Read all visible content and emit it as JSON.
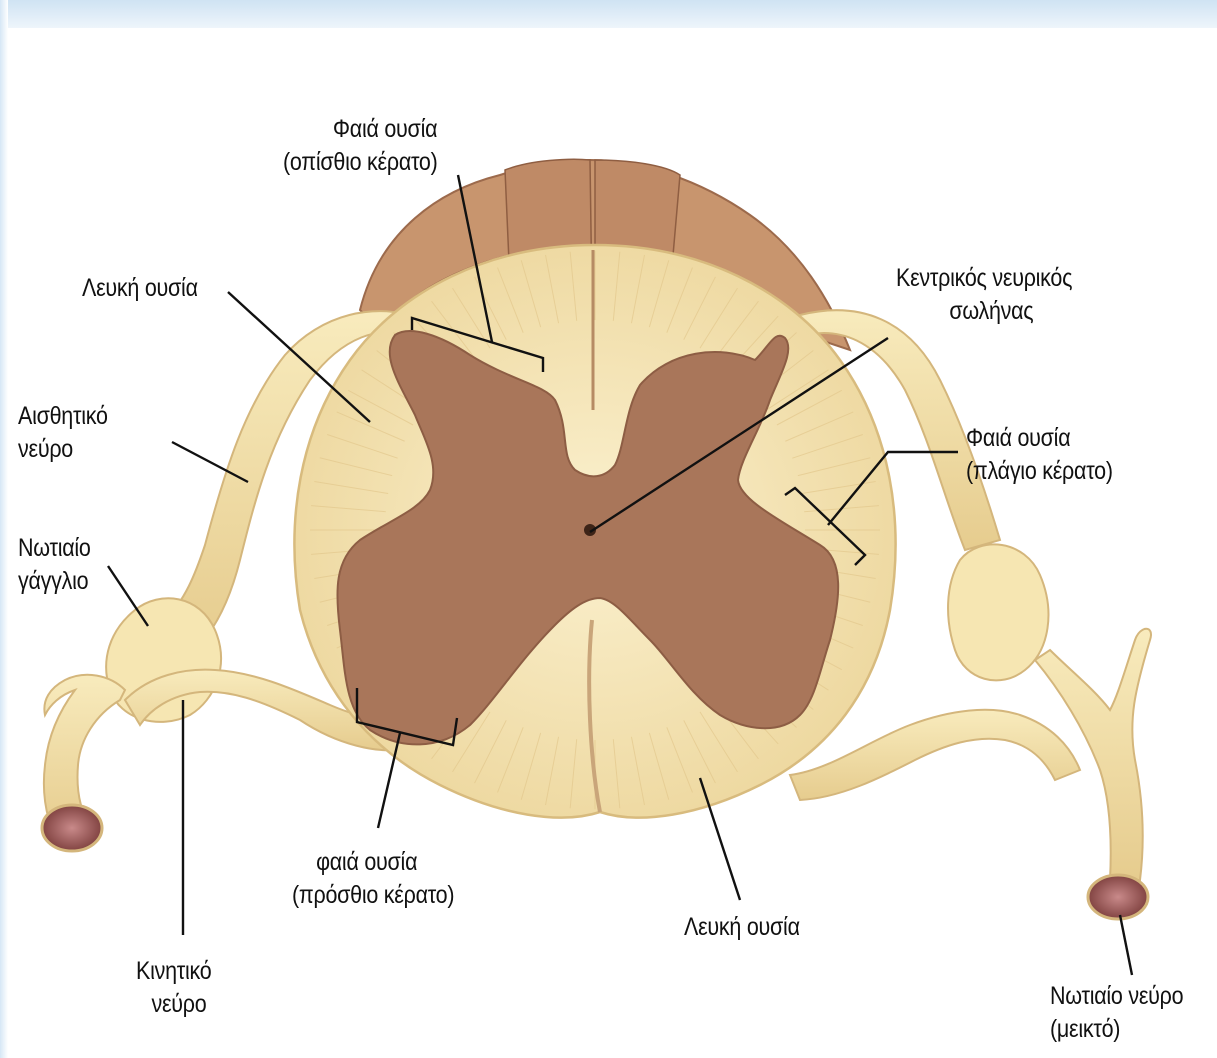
{
  "labels": {
    "posterior_horn": {
      "line1": "Φαιά ουσία",
      "line2": "(οπίσθιο κέρατο)"
    },
    "white_matter_top": {
      "line1": "Λευκή ουσία"
    },
    "central_canal": {
      "line1": "Κεντρικός νευρικός",
      "line2": "σωλήνας"
    },
    "sensory_nerve": {
      "line1": "Αισθητικό",
      "line2": "νεύρο"
    },
    "lateral_horn": {
      "line1": "Φαιά ουσία",
      "line2": "(πλάγιο κέρατο)"
    },
    "spinal_ganglion": {
      "line1": "Νωτιαίο",
      "line2": "γάγγλιο"
    },
    "anterior_horn": {
      "line1": "φαιά ουσία",
      "line2": "(πρόσθιο κέρατο)"
    },
    "white_matter_bottom": {
      "line1": "Λευκή ουσία"
    },
    "motor_nerve": {
      "line1": "Κινητικό",
      "line2": "νεύρο"
    },
    "spinal_nerve": {
      "line1": "Νωτιαίο νεύρο",
      "line2": "(μεικτό)"
    }
  },
  "colors": {
    "white_matter": "#f3e3b0",
    "white_matter_edge": "#d9be82",
    "gray_matter": "#a87556",
    "meninges": "#c99a72",
    "nerve": "#f4e2a8",
    "nerve_edge": "#d8bb80",
    "nerve_cut": "#8a4a45",
    "leader_line": "#111111"
  }
}
